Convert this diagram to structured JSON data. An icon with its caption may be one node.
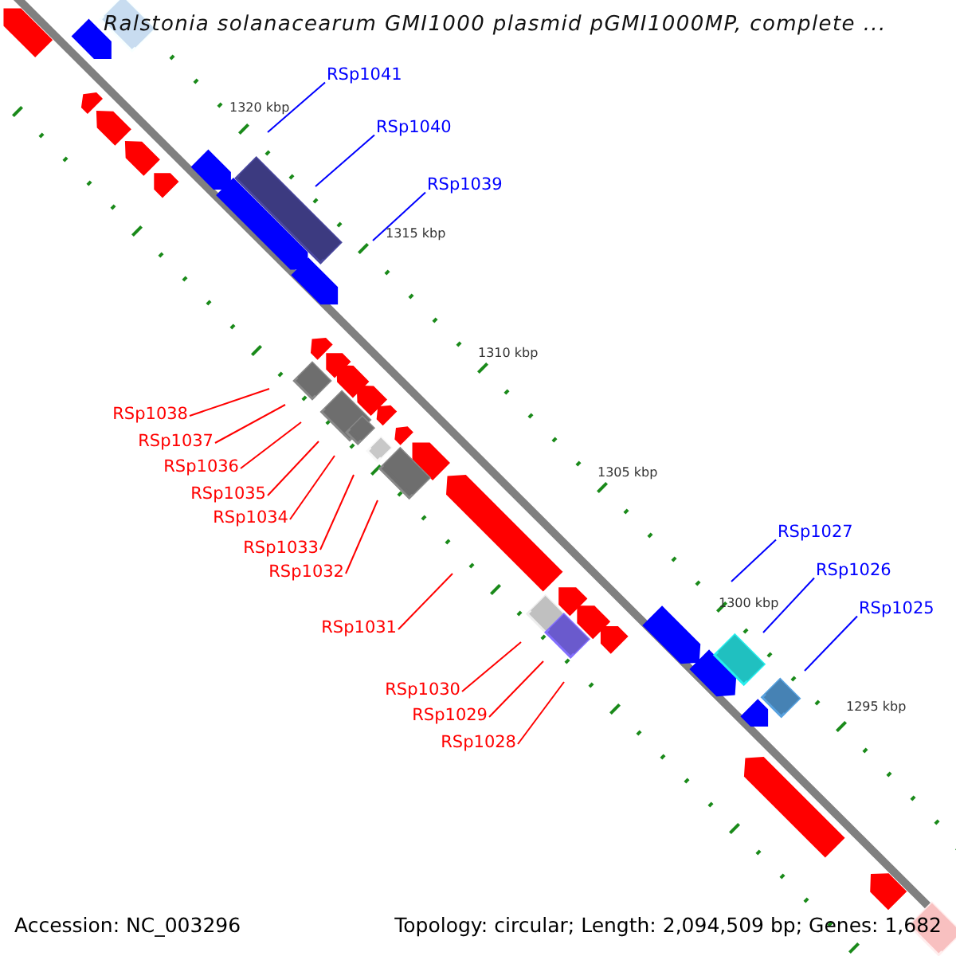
{
  "diagram": {
    "title": "Ralstonia solanacearum GMI1000 plasmid pGMI1000MP, complete ...",
    "nodes": [
      {
        "text": [
          "RSp1041"
        ]
      },
      {
        "text": [
          "RSp1040"
        ]
      },
      {
        "text": [
          "RSp1039"
        ]
      },
      {
        "text": [
          "RSp1038"
        ]
      },
      {
        "text": [
          "RSp1037"
        ]
      },
      {
        "text": [
          "RSp1036"
        ]
      },
      {
        "text": [
          "RSp1035"
        ]
      },
      {
        "text": [
          "RSp1034"
        ]
      },
      {
        "text": [
          "RSp1027"
        ]
      },
      {
        "text": [
          "RSp1033"
        ]
      },
      {
        "text": [
          "RSp1026"
        ]
      },
      {
        "text": [
          "RSp1032"
        ]
      },
      {
        "text": [
          "RSp1025"
        ]
      },
      {
        "text": [
          "RSp1031"
        ]
      },
      {
        "text": [
          "RSp1030"
        ]
      },
      {
        "text": [
          "RSp1029"
        ]
      },
      {
        "text": [
          "RSp1028"
        ]
      }
    ],
    "edges": [
      {
        "from": 0,
        "to": null,
        "arrow": "none",
        "color": "#0000ff"
      },
      {
        "from": 1,
        "to": null,
        "arrow": "none",
        "color": "#0000ff"
      },
      {
        "from": 2,
        "to": null,
        "arrow": "none",
        "color": "#0000ff"
      },
      {
        "from": 3,
        "to": null,
        "arrow": "none"
      },
      {
        "from": 4,
        "to": null,
        "arrow": "none"
      },
      {
        "from": 5,
        "to": null,
        "arrow": "none"
      },
      {
        "from": 6,
        "to": null,
        "arrow": "none"
      },
      {
        "from": 7,
        "to": null,
        "arrow": "none"
      },
      {
        "from": 8,
        "to": null,
        "arrow": "none",
        "color": "#0000ff"
      },
      {
        "from": 9,
        "to": null,
        "arrow": "none"
      },
      {
        "from": 10,
        "to": null,
        "arrow": "none",
        "color": "#0000ff"
      },
      {
        "from": 11,
        "to": null,
        "arrow": "none"
      },
      {
        "from": 12,
        "to": null,
        "arrow": "none",
        "color": "#0000ff"
      },
      {
        "from": 13,
        "to": null,
        "arrow": "none"
      },
      {
        "from": 14,
        "to": null,
        "arrow": "none"
      },
      {
        "from": 15,
        "to": null,
        "arrow": "none"
      },
      {
        "from": 16,
        "to": null,
        "arrow": "none"
      }
    ],
    "labels": [
      "1320 kbp",
      "1315 kbp",
      "1310 kbp",
      "1305 kbp",
      "1300 kbp",
      "1295 kbp",
      "Accession: NC_003296",
      "Topology: circular; Length: 2,094,509 bp; Genes: 1,682"
    ]
  }
}
